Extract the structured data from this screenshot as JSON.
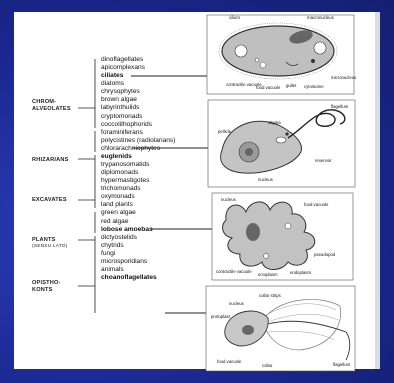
{
  "groups": [
    {
      "line1": "CHROM-",
      "line2": "ALVEOLATES",
      "sub": ""
    },
    {
      "line1": "RHIZARIANS",
      "line2": "",
      "sub": ""
    },
    {
      "line1": "EXCAVATES",
      "line2": "",
      "sub": ""
    },
    {
      "line1": "PLANTS",
      "line2": "",
      "sub": "(SENSU LATO)"
    },
    {
      "line1": "OPISTHO-",
      "line2": "KONTS",
      "sub": ""
    }
  ],
  "taxa": [
    "dinoflagellates",
    "apicomplexans",
    "ciliates",
    "diatoms",
    "chrysophytes",
    "brown algae",
    "labyrinthulids",
    "cryptomonads",
    "coccolithophorids",
    "foraminiferans",
    "polycistines (radiolarians)",
    "chlorarachniophytes",
    "euglenids",
    "trypanosomatids",
    "diplomonads",
    "hypermastigotes",
    "trichomonads",
    "oxymonads",
    "land plants",
    "green algae",
    "red algae",
    "lobose amoebas",
    "dictyostelids",
    "chytrids",
    "fungi",
    "microsporidians",
    "animals",
    "choanoflagellates"
  ],
  "highlighted_taxa": [
    "ciliates",
    "euglenids",
    "lobose amoebas",
    "choanoflagellates"
  ],
  "ciliate_labels": {
    "cilium": "cilium",
    "macronucleus": "macronucleus",
    "contractile_vacuole": "contractile vacuole",
    "food_vacuole": "food vacuole",
    "gullet": "gullet",
    "cytostome": "cytostome",
    "micronucleus": "micronucleus"
  },
  "euglenid_labels": {
    "flagellum": "flagellum",
    "pellicle": "pellicle",
    "stigma": "stigma",
    "nucleus": "nucleus",
    "reservoir": "reservoir"
  },
  "amoeba_labels": {
    "nucleus": "nucleus",
    "food_vacuole": "food vacuole",
    "pseudopod": "pseudopod",
    "contractile_vacuole": "contractile vacuole",
    "ectoplasm": "ectoplasm",
    "endoplasm": "endoplasm"
  },
  "choano_labels": {
    "nucleus": "nucleus",
    "collar_strips": "collar strips",
    "protoplast": "protoplast",
    "food_vacuole": "food vacuole",
    "collar": "collar",
    "flagellum": "flagellum"
  }
}
